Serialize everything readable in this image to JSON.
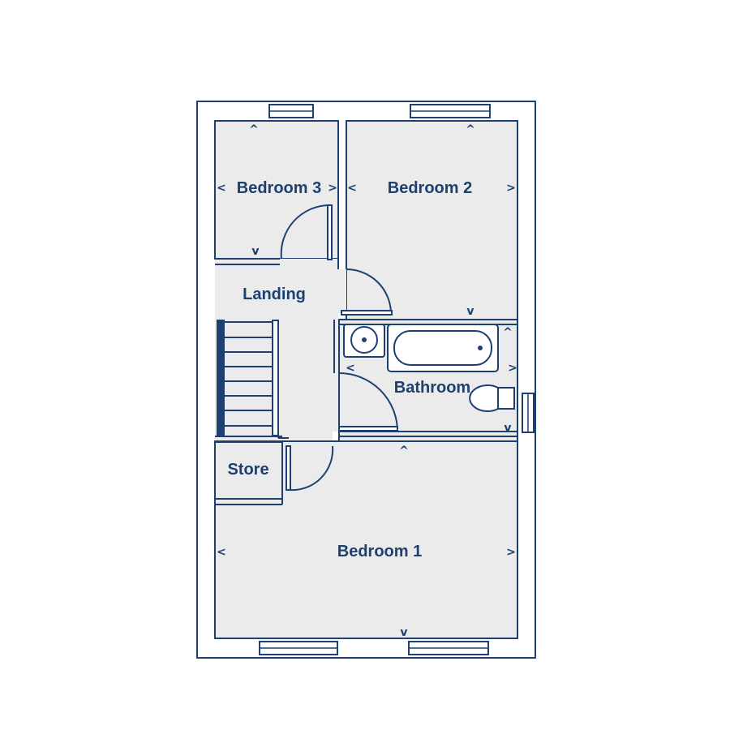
{
  "colors": {
    "wall": "#1d4070",
    "floor": "#ebebeb",
    "background": "#ffffff"
  },
  "rooms": {
    "bedroom3": "Bedroom 3",
    "bedroom2": "Bedroom 2",
    "landing": "Landing",
    "bathroom": "Bathroom",
    "store": "Store",
    "bedroom1": "Bedroom 1"
  },
  "dimension_arrow_icons": {
    "up": "^",
    "down": "v",
    "left": "<",
    "right": ">"
  }
}
